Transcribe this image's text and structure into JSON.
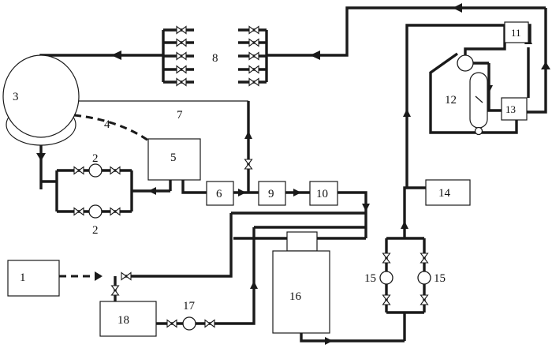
{
  "labels": {
    "l1": "1",
    "l2a": "2",
    "l2b": "2",
    "l3": "3",
    "l4": "4",
    "l5": "5",
    "l6": "6",
    "l7": "7",
    "l8": "8",
    "l9": "9",
    "l10": "10",
    "l11": "11",
    "l12": "12",
    "l13": "13",
    "l14": "14",
    "l15a": "15",
    "l15b": "15",
    "l16": "16",
    "l17": "17",
    "l18": "18"
  },
  "colors": {
    "line": "#1a1a1a",
    "background": "#ffffff"
  }
}
